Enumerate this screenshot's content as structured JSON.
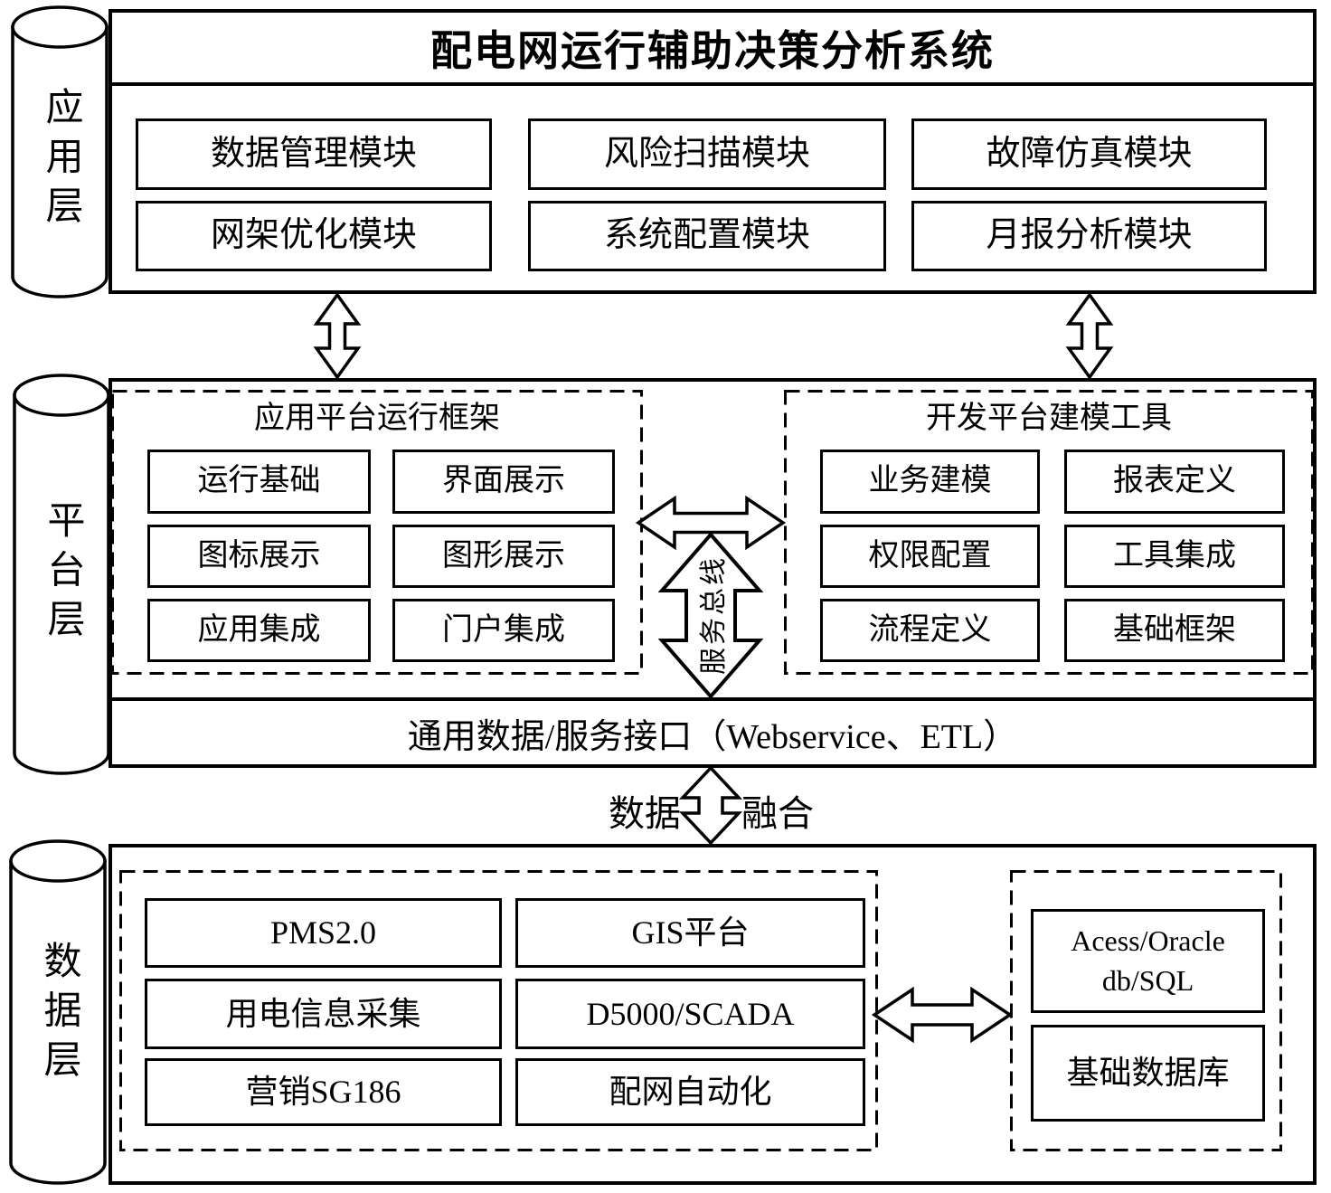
{
  "colors": {
    "stroke": "#000000",
    "background": "#ffffff"
  },
  "title": "配电网运行辅助决策分析系统",
  "app_layer": {
    "label": "应用层",
    "modules": [
      "数据管理模块",
      "风险扫描模块",
      "故障仿真模块",
      "网架优化模块",
      "系统配置模块",
      "月报分析模块"
    ]
  },
  "platform_layer": {
    "label": "平台层",
    "runtime_framework": {
      "title": "应用平台运行框架",
      "items": [
        "运行基础",
        "界面展示",
        "图标展示",
        "图形展示",
        "应用集成",
        "门户集成"
      ]
    },
    "modeling_tools": {
      "title": "开发平台建模工具",
      "items": [
        "业务建模",
        "报表定义",
        "权限配置",
        "工具集成",
        "流程定义",
        "基础框架"
      ]
    },
    "service_bus_label": "服务总线",
    "interface_bar": "通用数据/服务接口（Webservice、ETL）"
  },
  "fusion": {
    "left_label": "数据",
    "right_label": "融合"
  },
  "data_layer": {
    "label": "数据层",
    "sources": [
      "PMS2.0",
      "GIS平台",
      "用电信息采集",
      "D5000/SCADA",
      "营销SG186",
      "配网自动化"
    ],
    "databases": [
      "Acess/Oracle db/SQL",
      "基础数据库"
    ]
  }
}
